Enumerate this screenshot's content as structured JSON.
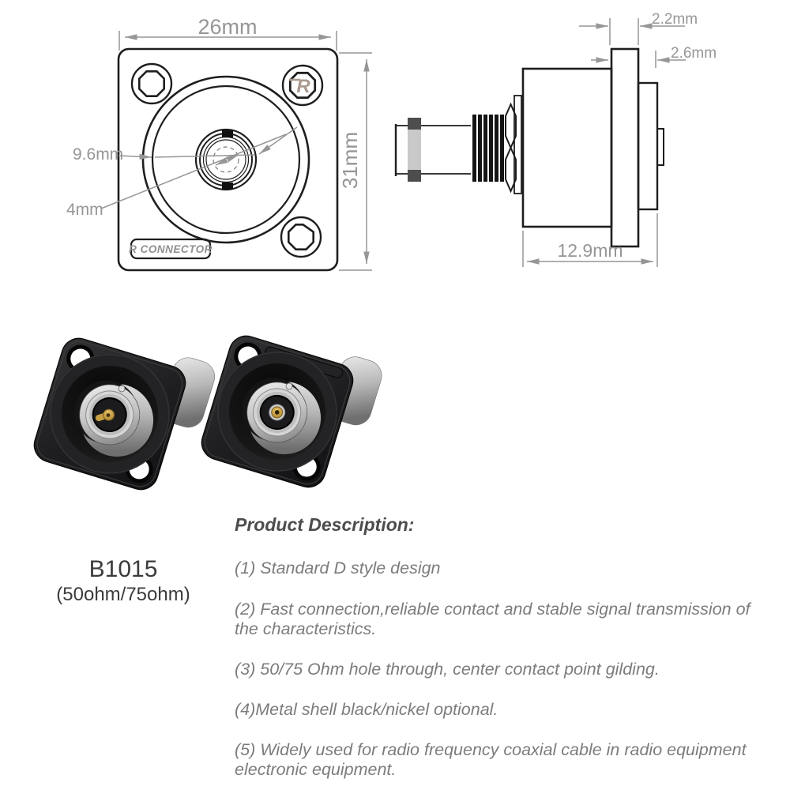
{
  "front_view": {
    "width_dim": "26mm",
    "height_dim": "31mm",
    "outer_diameter_dim": "9.6mm",
    "center_diameter_dim": "4mm",
    "plate_label": "R CONNECTOR",
    "logo_letter": "R"
  },
  "side_view": {
    "flange_thickness_dim": "2.2mm",
    "rear_thickness_dim": "2.6mm",
    "body_length_dim": "12.9mm"
  },
  "product": {
    "model": "B1015",
    "impedance_options": "(50ohm/75ohm)"
  },
  "description": {
    "heading": "Product Description:",
    "items": [
      "(1) Standard D style design",
      "(2) Fast connection,reliable contact and stable signal transmission of the characteristics.",
      "(3) 50/75 Ohm hole through, center contact point gilding.",
      "(4)Metal shell black/nickel optional.",
      "(5) Widely used for radio frequency coaxial cable in radio equipment electronic equipment."
    ]
  },
  "colors": {
    "drawing_line": "#1e1e1e",
    "dimension_gray": "#969696",
    "logo_bronze": "#ab9a90",
    "shell_black": "#1e1e20",
    "nickel_silver": "#c9c9c9",
    "gold_contact": "#c79f45"
  }
}
